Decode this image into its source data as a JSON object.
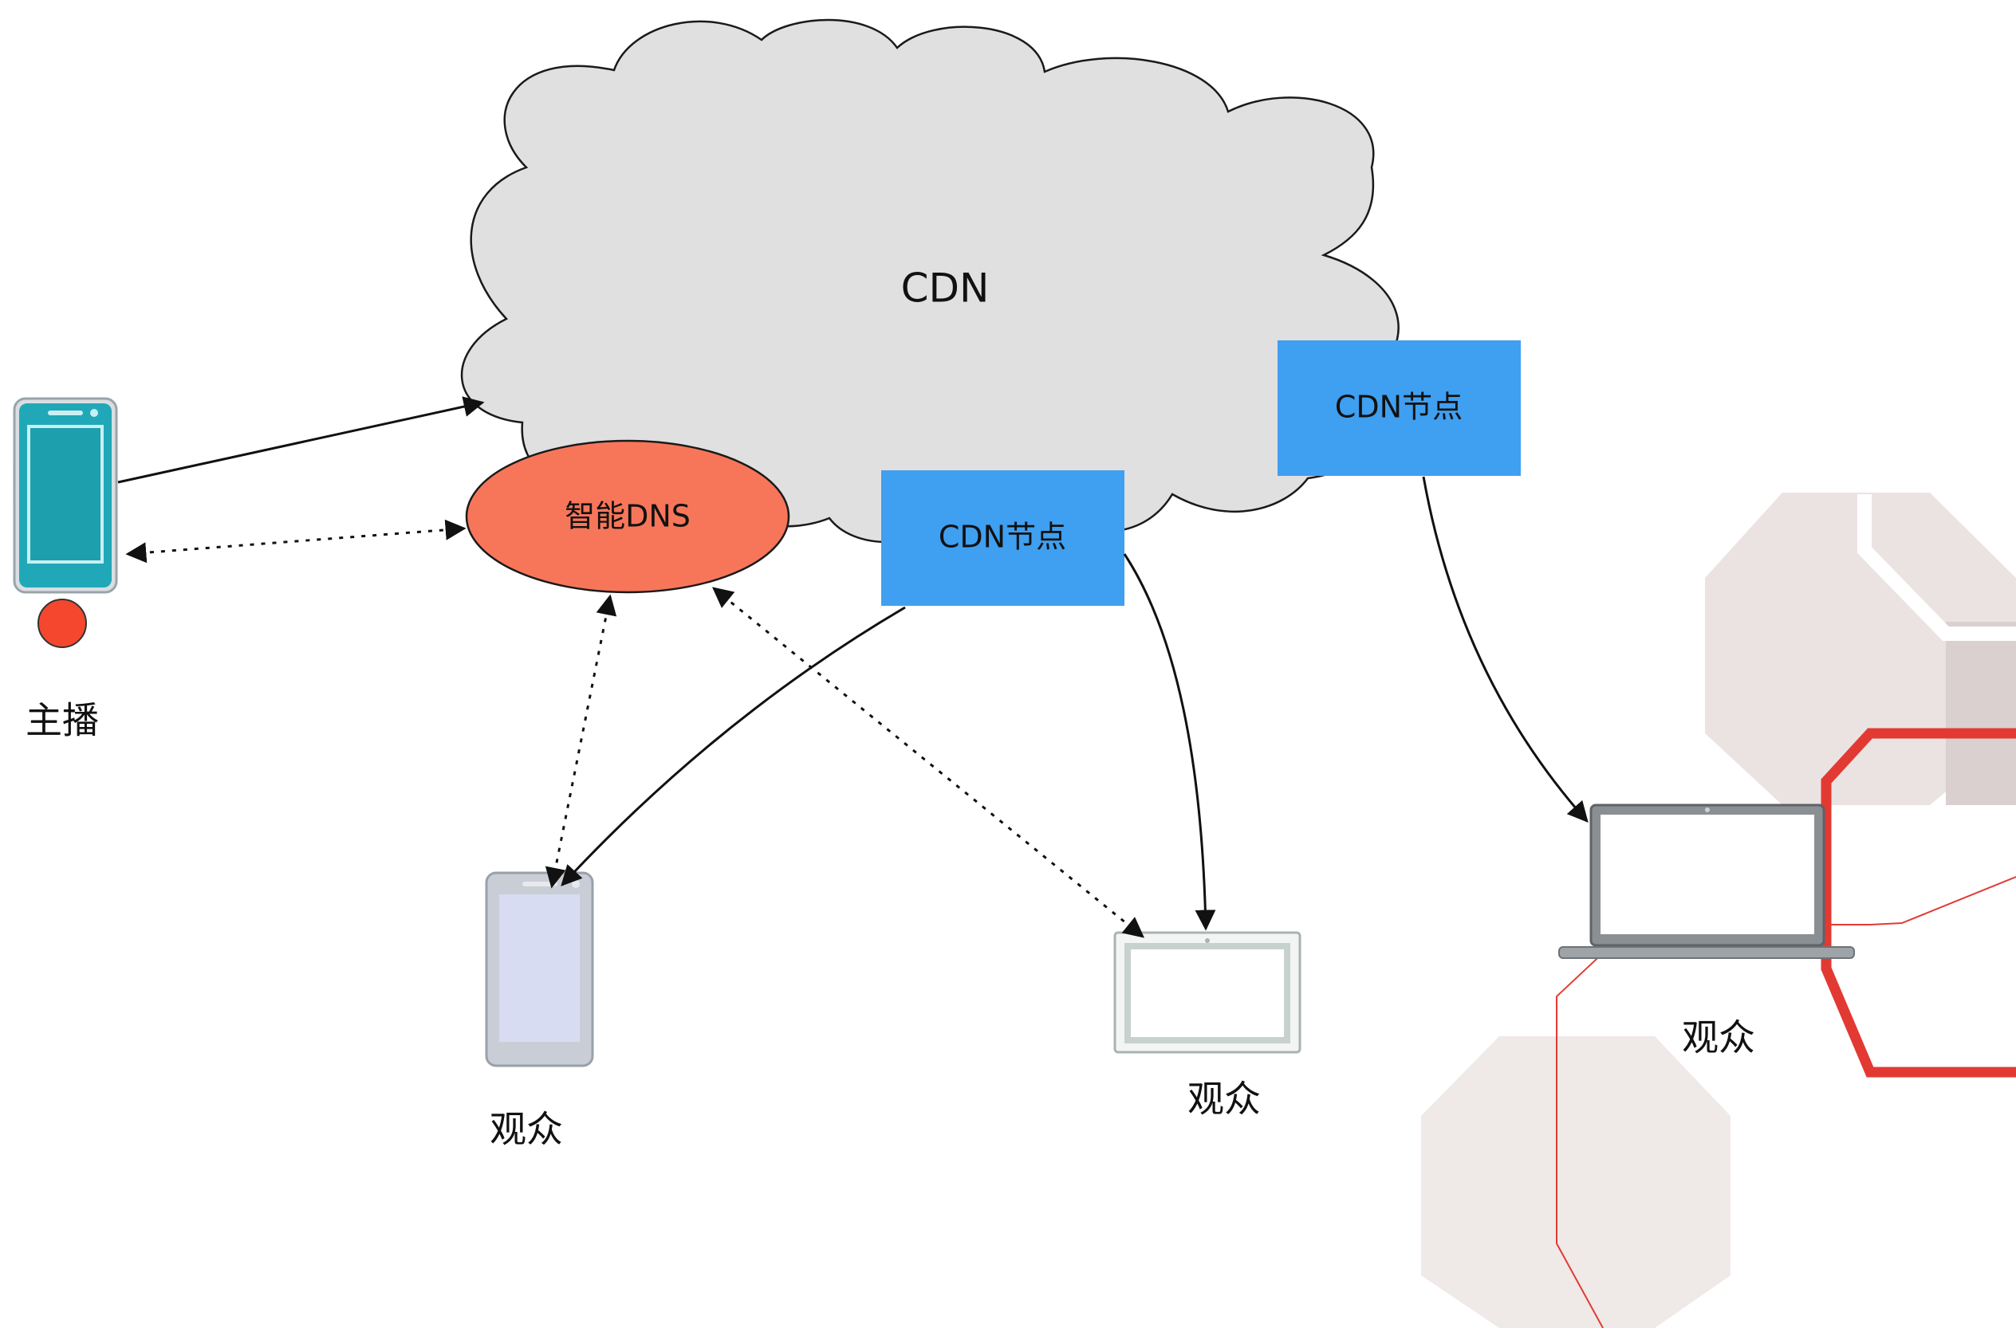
{
  "cloud": {
    "label": "CDN",
    "fill": "#e0e0e0"
  },
  "dns": {
    "label": "智能DNS",
    "fill": "#f7765a"
  },
  "cdn_nodes": [
    {
      "label": "CDN节点"
    },
    {
      "label": "CDN节点"
    }
  ],
  "node_fill": "#3f9ff0",
  "broadcaster": {
    "label": "主播",
    "device": "smartphone-icon",
    "color": "#20a8b8"
  },
  "audience": [
    {
      "label": "观众",
      "device": "smartphone-icon"
    },
    {
      "label": "观众",
      "device": "tablet-icon"
    },
    {
      "label": "观众",
      "device": "laptop-icon"
    }
  ],
  "decoration": {
    "accent": "#e23a33",
    "hex_fill": "#ebe3e2"
  }
}
